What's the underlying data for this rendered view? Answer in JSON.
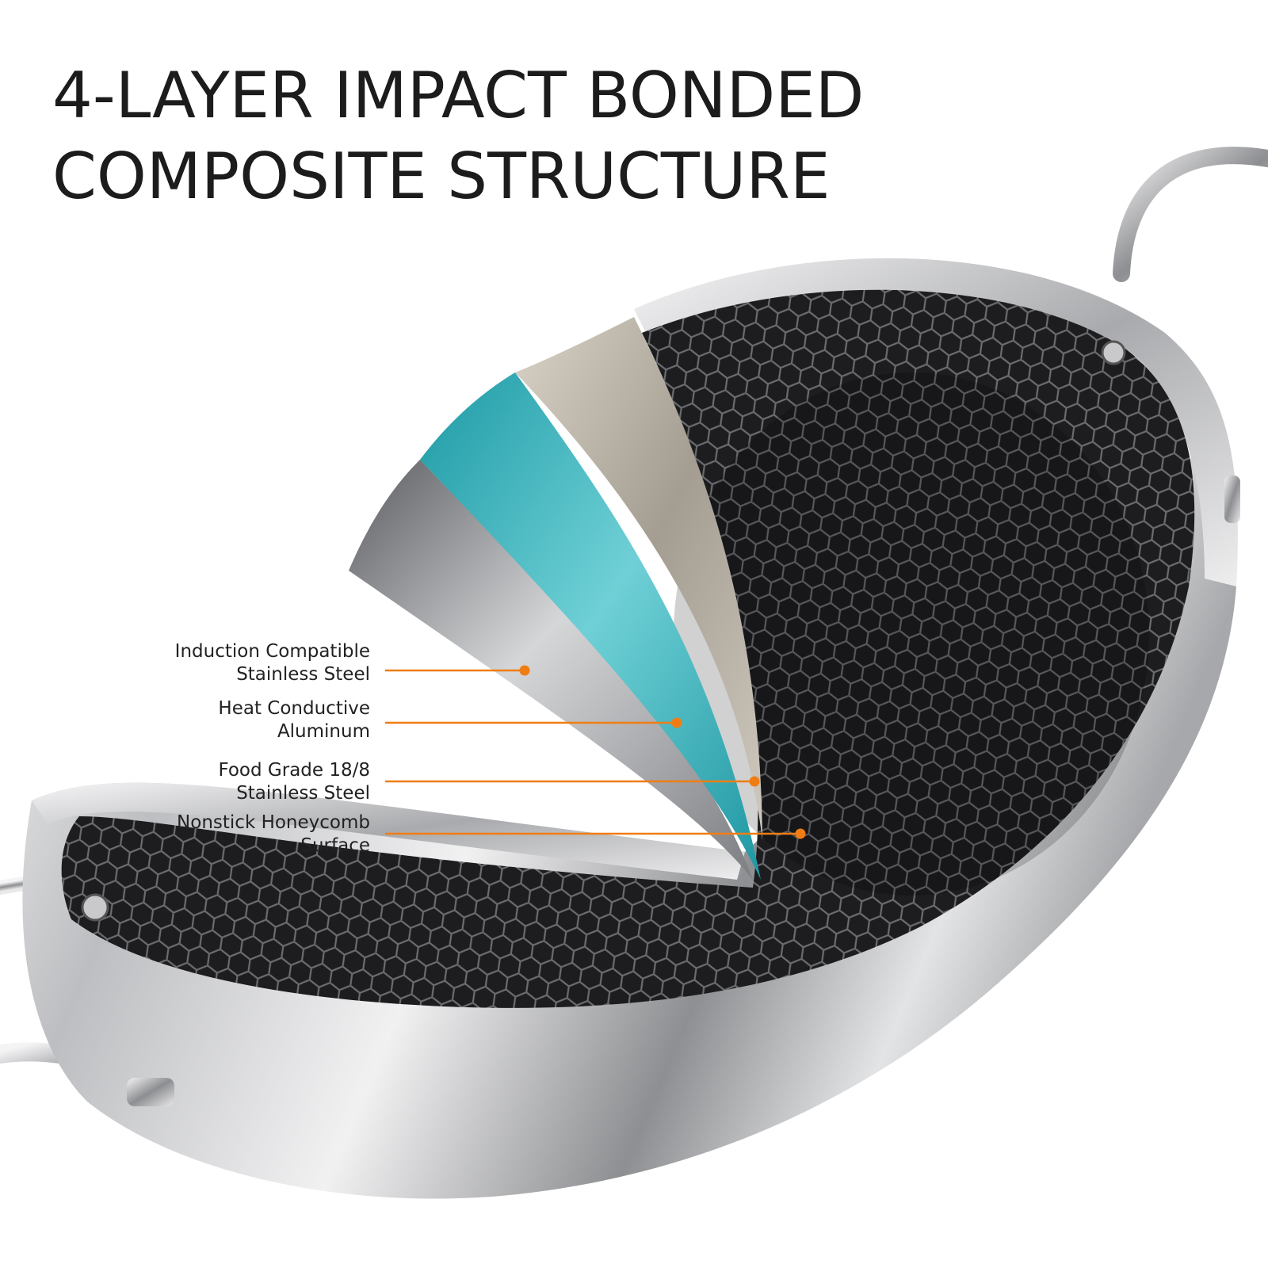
{
  "headline": {
    "line1": "4-LAYER IMPACT BONDED",
    "line2": "COMPOSITE STRUCTURE"
  },
  "colors": {
    "steel": "#bfc0c2",
    "steel_dark": "#6f7073",
    "aluminum_teal": "#2fa9b3",
    "food_grade_bronze": "#b7b1a7",
    "nonstick_black": "#1b1b1d",
    "callout_orange": "#f07d14"
  },
  "layers": [
    {
      "line1": "Induction Compatible",
      "line2": "Stainless Steel"
    },
    {
      "line1": "Heat Conductive",
      "line2": "Aluminum"
    },
    {
      "line1": "Food Grade 18/8",
      "line2": "Stainless Steel"
    },
    {
      "line1": "Nonstick Honeycomb",
      "line2": "Surface"
    }
  ]
}
